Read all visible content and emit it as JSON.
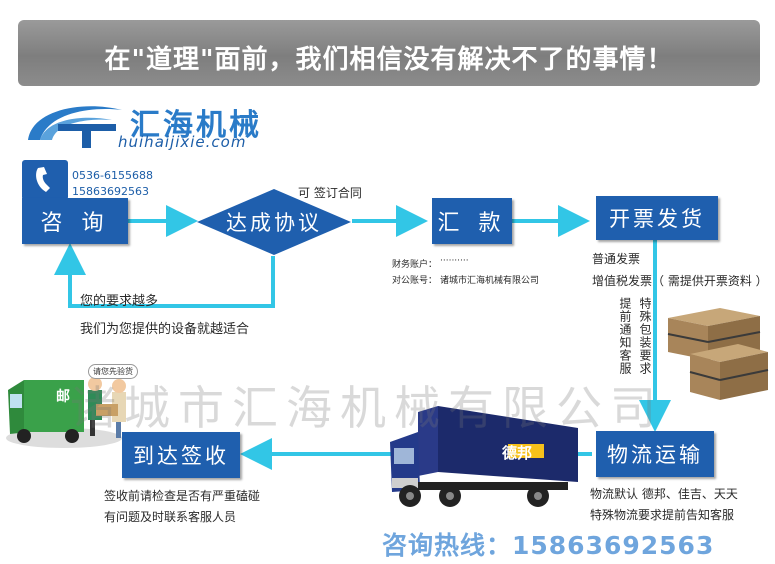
{
  "banner": {
    "text": "在\"道理\"面前，我们相信没有解决不了的事情！"
  },
  "logo": {
    "name": "汇海机械",
    "url": "huihaijixie.com"
  },
  "phones": [
    "0536-6155688",
    "15863692563"
  ],
  "steps": {
    "consult": "咨 询",
    "agree": "达成协议",
    "remit": "汇  款",
    "invoice": "开票发货",
    "logistics": "物流运输",
    "arrive": "到达签收"
  },
  "notes": {
    "contract": "可 签订合同",
    "requirements": "您的要求越多",
    "suitable": "我们为您提供的设备就越适合",
    "account_label": "财务账户：",
    "account_value": "··········",
    "public_label": "对公账号：",
    "public_value": "诸城市汇海机械有限公司",
    "normal_invoice": "普通发票",
    "vat_invoice": "增值税发票（ 需提供开票资料 ）",
    "notify_customer": "提前通知客服",
    "special_packing": "特殊包装要求",
    "logistics_default": "物流默认  德邦、佳吉、天天",
    "special_logistics": "特殊物流要求提前告知客服",
    "sign_check": "签收前请检查是否有严重磕碰",
    "contact_service": "有问题及时联系客服人员"
  },
  "images": {
    "truck_brand": "德邦",
    "van_sign": "邮",
    "bubble": "请您先验货"
  },
  "watermark": "诸城市汇海机械有限公司",
  "hotline": "咨询热线：15863692563",
  "colors": {
    "box": "#1f5fae",
    "arrow": "#32c6e6",
    "banner": "#8a8a8a"
  }
}
